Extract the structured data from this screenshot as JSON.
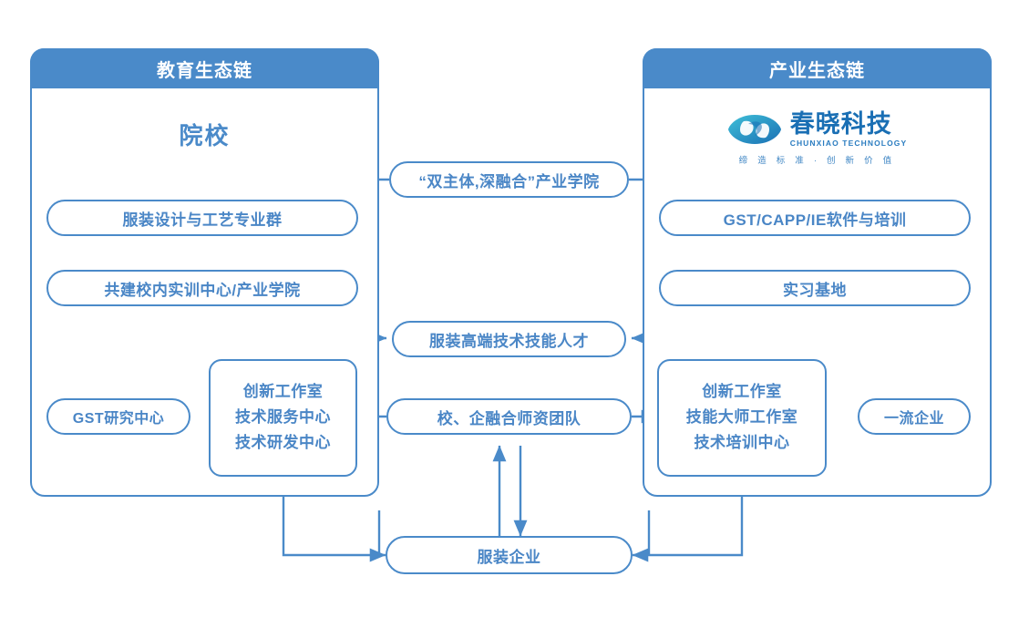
{
  "diagram": {
    "title_left": "教育生态链",
    "title_right": "产业生态链",
    "left_panel_title": "院校",
    "accent": "#4a8ac9",
    "node_text": "#4a86c6",
    "logo": {
      "name_cn": "春晓科技",
      "name_en": "CHUNXIAO TECHNOLOGY",
      "tagline": "缔 造 标 准 · 创 新 价 值",
      "mark": "chunxiao-eye-logo"
    },
    "nodes": {
      "industry_college": "“双主体,深融合”产业学院",
      "left_major": "服装设计与工艺专业群",
      "left_training": "共建校内实训中心/产业学院",
      "right_software": "GST/CAPP/IE软件与培训",
      "right_base": "实习基地",
      "talent": "服装高端技术技能人才",
      "gst_center": "GST研究中心",
      "left_centers": [
        "创新工作室",
        "技术服务中心",
        "技术研发中心"
      ],
      "faculty_team": "校、企融合师资团队",
      "right_centers": [
        "创新工作室",
        "技能大师工作室",
        "技术培训中心"
      ],
      "top_enterprise": "一流企业",
      "apparel_enterprise": "服装企业"
    }
  }
}
